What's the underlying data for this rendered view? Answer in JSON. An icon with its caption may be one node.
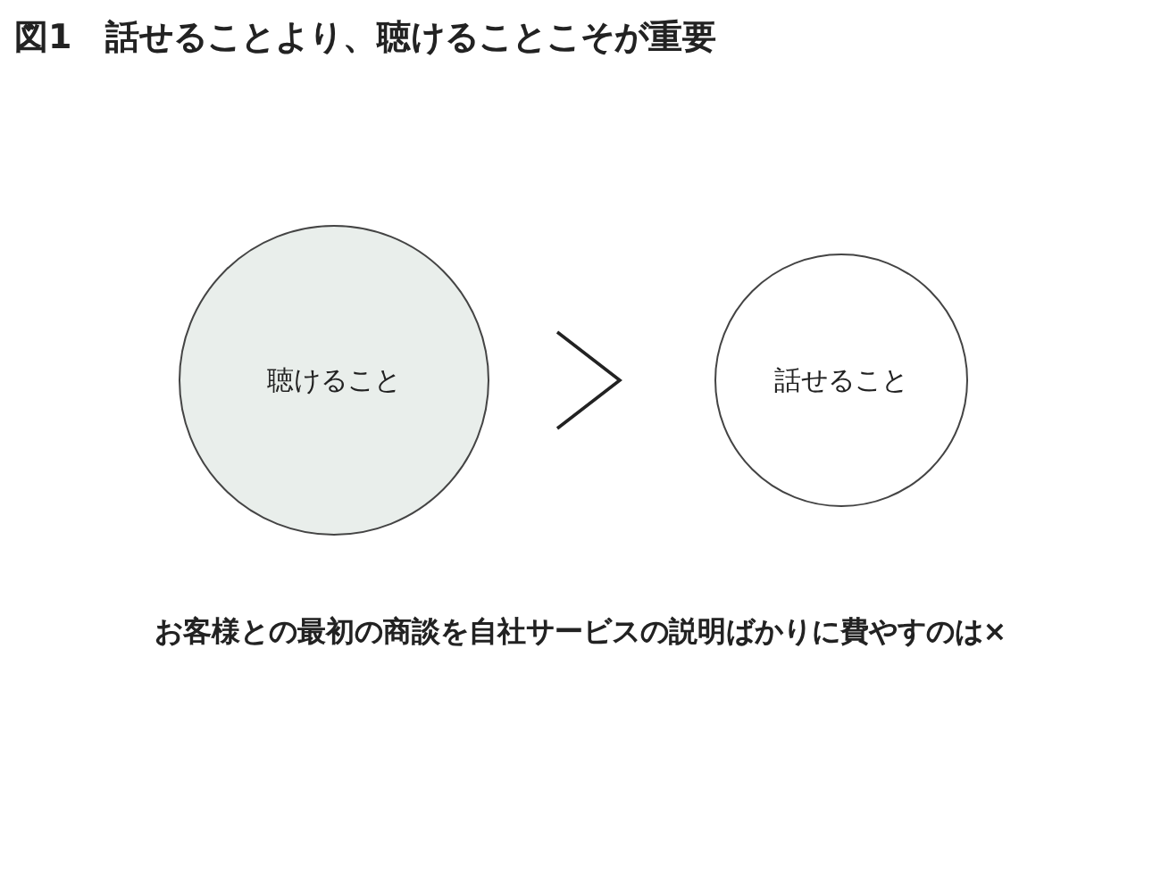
{
  "diagram": {
    "title": "図1　話せることより、聴けることこそが重要",
    "nodes": [
      {
        "text": [
          "聴けること"
        ]
      },
      {
        "text": [
          "話せること"
        ]
      }
    ],
    "labels": [
      "お客様との最初の商談を自社サービスの説明ばかりに費やすのは×"
    ]
  }
}
